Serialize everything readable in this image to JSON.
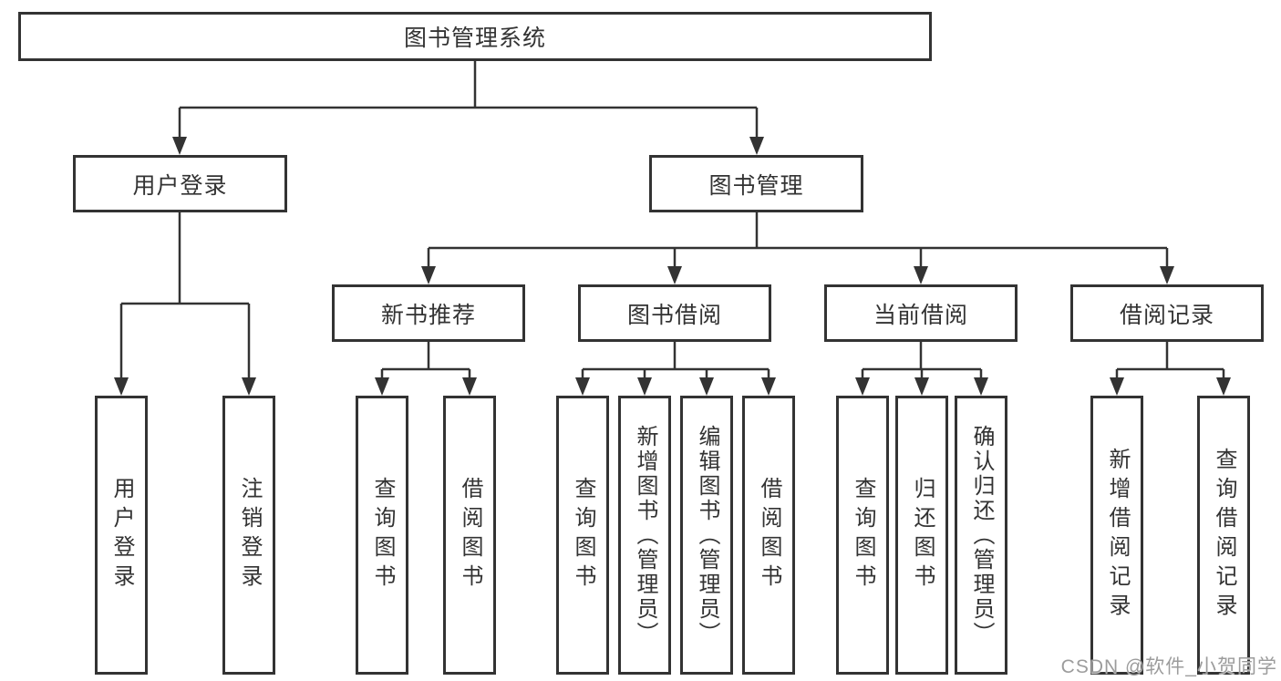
{
  "diagram": {
    "root": {
      "label": "图书管理系统"
    },
    "level2": {
      "user_login": {
        "label": "用户登录"
      },
      "book_management": {
        "label": "图书管理"
      }
    },
    "level3": {
      "new_book_recommend": {
        "label": "新书推荐"
      },
      "book_borrow": {
        "label": "图书借阅"
      },
      "current_borrow": {
        "label": "当前借阅"
      },
      "borrow_records": {
        "label": "借阅记录"
      }
    },
    "leaves": {
      "user_login": [
        "用户登录",
        "注销登录"
      ],
      "new_book_recommend": [
        "查询图书",
        "借阅图书"
      ],
      "book_borrow": [
        "查询图书",
        "新增图书（管理员）",
        "编辑图书（管理员）",
        "借阅图书"
      ],
      "current_borrow": [
        "查询图书",
        "归还图书",
        "确认归还（管理员）"
      ],
      "borrow_records": [
        "新增借阅记录",
        "查询借阅记录"
      ]
    },
    "colors": {
      "line": "#333333",
      "box_border": "#333333",
      "box_fill": "#ffffff",
      "text": "#333333"
    }
  },
  "watermark": {
    "text": "CSDN @软件_小贺同学",
    "color": "#9c9c9c"
  }
}
